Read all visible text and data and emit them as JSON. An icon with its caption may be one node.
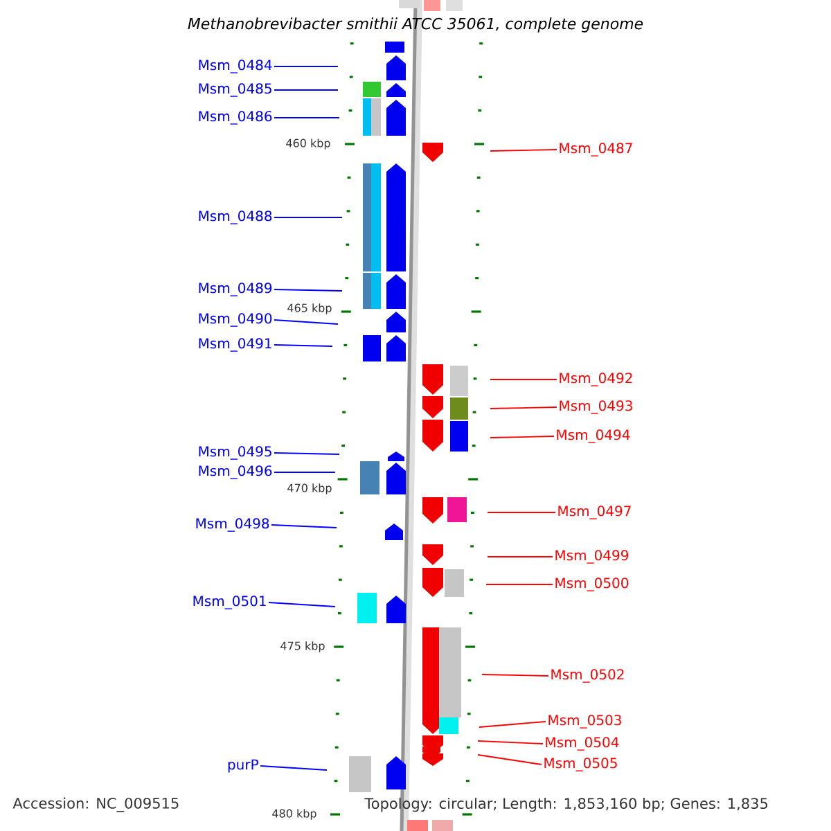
{
  "diagram": {
    "title": "Methanobrevibacter smithii ATCC 35061, complete genome",
    "nodes": [
      {
        "text": [
          "Msm_0484"
        ]
      },
      {
        "text": [
          "Msm_0485"
        ]
      },
      {
        "text": [
          "Msm_0486"
        ]
      },
      {
        "text": [
          "Msm_0487"
        ]
      },
      {
        "text": [
          "Msm_0488"
        ]
      },
      {
        "text": [
          "Msm_0489"
        ]
      },
      {
        "text": [
          "Msm_0490"
        ]
      },
      {
        "text": [
          "Msm_0491"
        ]
      },
      {
        "text": [
          "Msm_0492"
        ]
      },
      {
        "text": [
          "Msm_0493"
        ]
      },
      {
        "text": [
          "Msm_0494"
        ]
      },
      {
        "text": [
          "Msm_0495"
        ]
      },
      {
        "text": [
          "Msm_0496"
        ]
      },
      {
        "text": [
          "Msm_0497"
        ]
      },
      {
        "text": [
          "Msm_0498"
        ]
      },
      {
        "text": [
          "Msm_0499"
        ]
      },
      {
        "text": [
          "Msm_0500"
        ]
      },
      {
        "text": [
          "Msm_0501"
        ]
      },
      {
        "text": [
          "Msm_0502"
        ]
      },
      {
        "text": [
          "Msm_0503"
        ]
      },
      {
        "text": [
          "Msm_0504"
        ]
      },
      {
        "text": [
          "Msm_0505"
        ]
      },
      {
        "text": [
          "purP"
        ]
      }
    ],
    "edges": [
      {
        "from": 0,
        "to": null,
        "arrow": "none"
      },
      {
        "from": 1,
        "to": null,
        "arrow": "none"
      },
      {
        "from": 2,
        "to": null,
        "arrow": "none"
      },
      {
        "from": 3,
        "to": null,
        "arrow": "none",
        "color": "#ff0000"
      },
      {
        "from": 4,
        "to": null,
        "arrow": "none"
      },
      {
        "from": 5,
        "to": null,
        "arrow": "none"
      },
      {
        "from": 6,
        "to": null,
        "arrow": "none"
      },
      {
        "from": 7,
        "to": null,
        "arrow": "none"
      },
      {
        "from": 8,
        "to": null,
        "arrow": "none",
        "color": "#ff0000"
      },
      {
        "from": 9,
        "to": null,
        "arrow": "none",
        "color": "#ff0000"
      },
      {
        "from": 10,
        "to": null,
        "arrow": "none",
        "color": "#ff0000"
      },
      {
        "from": 11,
        "to": null,
        "arrow": "none"
      },
      {
        "from": 12,
        "to": null,
        "arrow": "none"
      },
      {
        "from": 13,
        "to": null,
        "arrow": "none",
        "color": "#ff0000"
      },
      {
        "from": 14,
        "to": null,
        "arrow": "none"
      },
      {
        "from": 15,
        "to": null,
        "arrow": "none",
        "color": "#ff0000"
      },
      {
        "from": 16,
        "to": null,
        "arrow": "none",
        "color": "#ff0000"
      },
      {
        "from": 17,
        "to": null,
        "arrow": "none"
      },
      {
        "from": 18,
        "to": null,
        "arrow": "none",
        "color": "#ff0000"
      },
      {
        "from": 19,
        "to": null,
        "arrow": "none",
        "color": "#ff0000"
      },
      {
        "from": 20,
        "to": null,
        "arrow": "none",
        "color": "#ff0000"
      },
      {
        "from": 21,
        "to": null,
        "arrow": "none",
        "color": "#ff0000"
      },
      {
        "from": 22,
        "to": null,
        "arrow": "none"
      }
    ],
    "labels": [
      "460 kbp",
      "465 kbp",
      "470 kbp",
      "475 kbp",
      "Accession: NC_009515",
      "Topology: circular; Length: 1,853,160 bp; Genes: 1,835",
      "480 kbp"
    ]
  }
}
